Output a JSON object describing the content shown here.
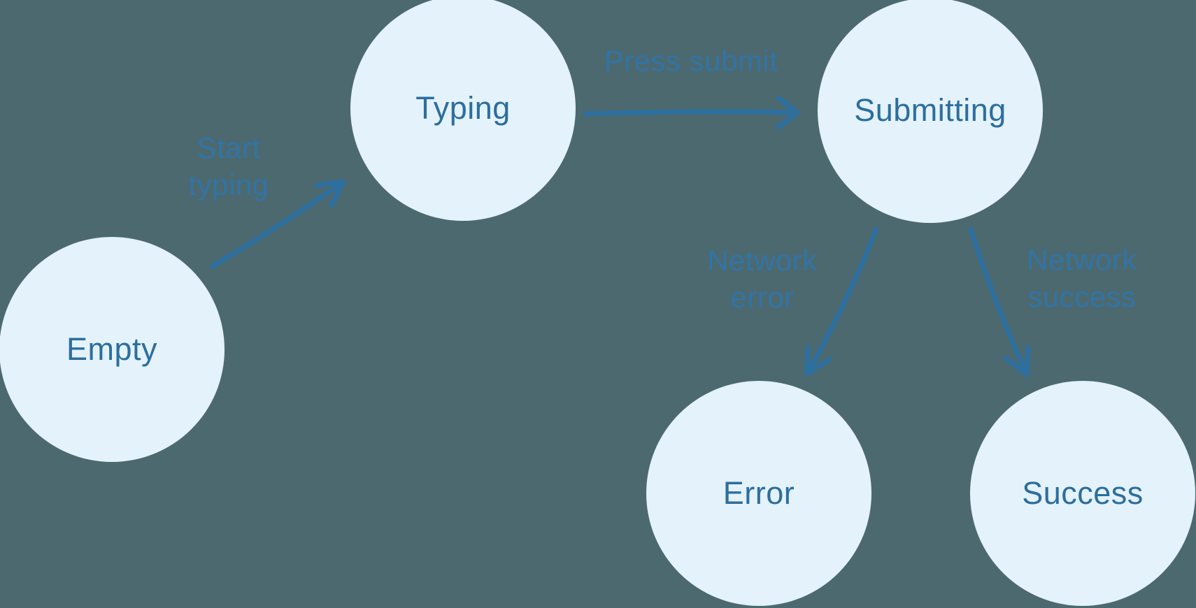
{
  "diagram": {
    "type": "state-machine",
    "colors": {
      "background": "#4C6970",
      "node_fill": "#E4F2FB",
      "node_text": "#2C6E9E",
      "arrow_stroke": "#2D70A0",
      "edge_label_text": "#3174A4"
    },
    "nodes": [
      {
        "id": "empty",
        "label": "Empty"
      },
      {
        "id": "typing",
        "label": "Typing"
      },
      {
        "id": "submitting",
        "label": "Submitting"
      },
      {
        "id": "error",
        "label": "Error"
      },
      {
        "id": "success",
        "label": "Success"
      }
    ],
    "edges": [
      {
        "from": "empty",
        "to": "typing",
        "label": "Start typing",
        "label_lines": [
          "Start",
          "typing"
        ]
      },
      {
        "from": "typing",
        "to": "submitting",
        "label": "Press submit",
        "label_lines": [
          "Press submit"
        ]
      },
      {
        "from": "submitting",
        "to": "error",
        "label": "Network error",
        "label_lines": [
          "Network",
          "error"
        ]
      },
      {
        "from": "submitting",
        "to": "success",
        "label": "Network success",
        "label_lines": [
          "Network",
          "success"
        ]
      }
    ]
  }
}
